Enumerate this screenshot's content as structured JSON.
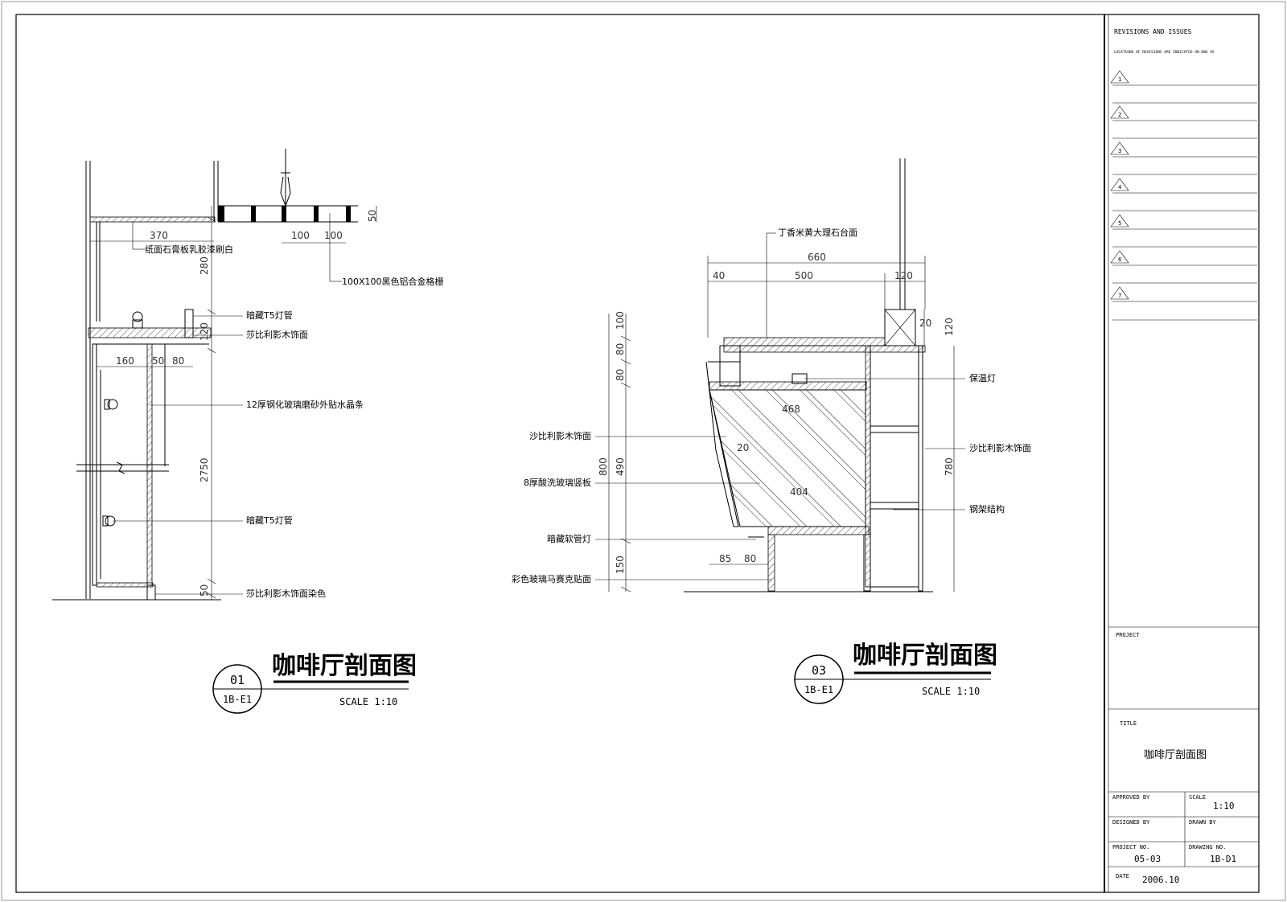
{
  "drawing_title": "咖啡厅剖面图",
  "sections": [
    {
      "number": "01",
      "sheet_ref": "1B-E1",
      "title": "咖啡厅剖面图",
      "scale": "SCALE  1:10"
    },
    {
      "number": "03",
      "sheet_ref": "1B-E1",
      "title": "咖啡厅剖面图",
      "scale": "SCALE  1:10"
    }
  ],
  "section1": {
    "labels": [
      "纸面石膏板乳胶漆刷白",
      "100X100黑色铝合金格栅",
      "暗藏T5灯管",
      "莎比利影木饰面",
      "12厚钢化玻璃磨砂外贴水晶条",
      "暗藏T5灯管",
      "莎比利影木饰面染色"
    ],
    "dims": {
      "d370": "370",
      "d100a": "100",
      "d100b": "100",
      "d50top": "50",
      "d280": "280",
      "d120": "120",
      "d160": "160",
      "d50": "50",
      "d80": "80",
      "d2750": "2750",
      "d50bot": "50"
    }
  },
  "section3": {
    "labels_left": [
      "沙比利影木饰面",
      "8厚酸洗玻璃竖板",
      "暗藏软管灯",
      "彩色玻璃马赛克贴面"
    ],
    "labels_right": [
      "保温灯",
      "沙比利影木饰面",
      "钢架结构"
    ],
    "top_label": "丁香米黄大理石台面",
    "dims": {
      "d660": "660",
      "d40": "40",
      "d500": "500",
      "d120top": "120",
      "d100": "100",
      "d80a": "80",
      "d80b": "80",
      "d800": "800",
      "d490": "490",
      "d150": "150",
      "d120r": "120",
      "d20r": "20",
      "d780": "780",
      "d468": "468",
      "d20": "20",
      "d404": "404",
      "d85": "85",
      "d80c": "80"
    }
  },
  "title_block": {
    "revisions_header": "REVISIONS AND ISSUES",
    "revisions_note": "LOCATIONS OF REVISIONS ARE INDICATED ON DWG AS",
    "revisions": [
      "1",
      "2",
      "3",
      "4",
      "5",
      "6",
      "7"
    ],
    "project_label": "PROJECT",
    "title_label": "TITLE",
    "title_value": "咖啡厅剖面图",
    "approved_by_label": "APPROVED BY",
    "scale_label": "SCALE",
    "scale_value": "1:10",
    "designed_by_label": "DESIGNED BY",
    "drawn_by_label": "DRAWN BY",
    "project_no_label": "PROJECT NO.",
    "project_no_value": "05-03",
    "drawing_no_label": "DRAWING NO.",
    "drawing_no_value": "1B-D1",
    "date_label": "DATE",
    "date_value": "2006.10"
  }
}
